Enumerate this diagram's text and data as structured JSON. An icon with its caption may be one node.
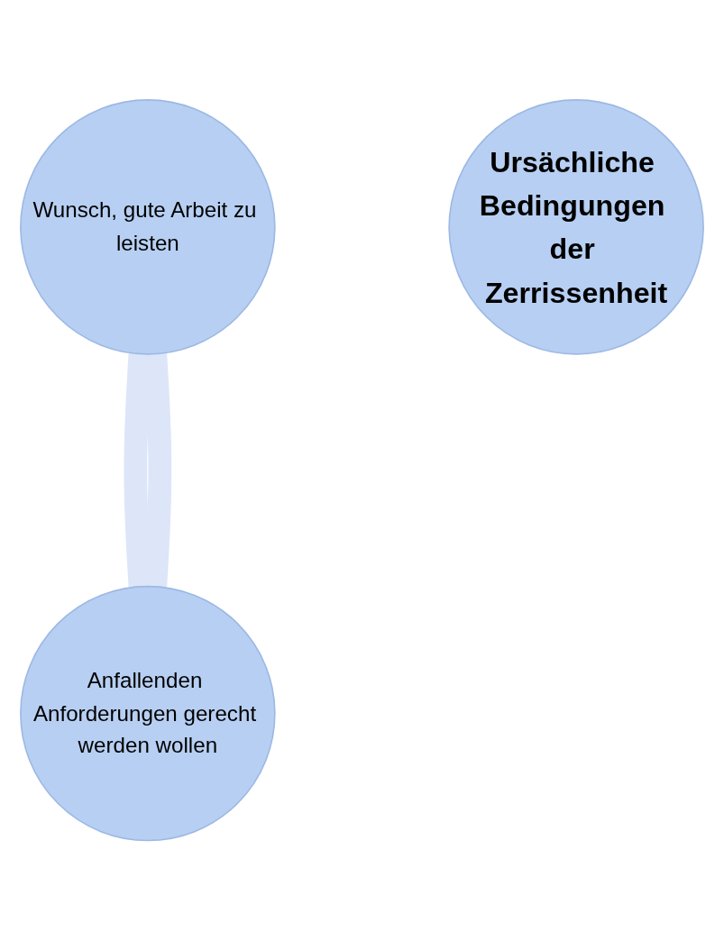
{
  "diagram": {
    "nodes": [
      {
        "text": [
          "Wunsch, gute Arbeit zu leisten"
        ]
      },
      {
        "text": [
          "Ursächliche Bedingungen der Zerrissenheit"
        ]
      },
      {
        "text": [
          "Anfallenden Anforderungen gerecht werden wollen"
        ]
      }
    ],
    "edges": [
      {
        "from": 0,
        "to": 2,
        "arrow": "none"
      },
      {
        "from": 0,
        "to": 2,
        "arrow": "none"
      }
    ]
  }
}
